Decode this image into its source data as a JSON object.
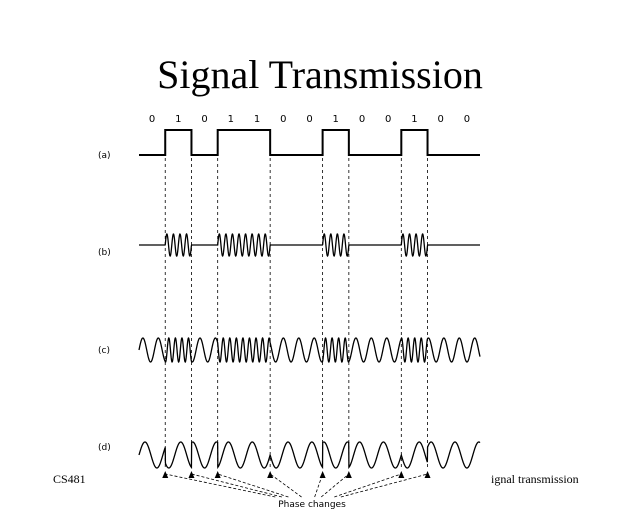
{
  "slide": {
    "title": "Signal Transmission",
    "footer_left": "CS481",
    "footer_right": "ignal transmission"
  },
  "diagram": {
    "bits": [
      "0",
      "1",
      "0",
      "1",
      "1",
      "0",
      "0",
      "1",
      "0",
      "0",
      "1",
      "0",
      "0"
    ],
    "row_labels": [
      "(a)",
      "(b)",
      "(c)",
      "(d)"
    ],
    "annotation": "Phase changes",
    "colors": {
      "line": "#000000",
      "background": "#ffffff"
    }
  }
}
